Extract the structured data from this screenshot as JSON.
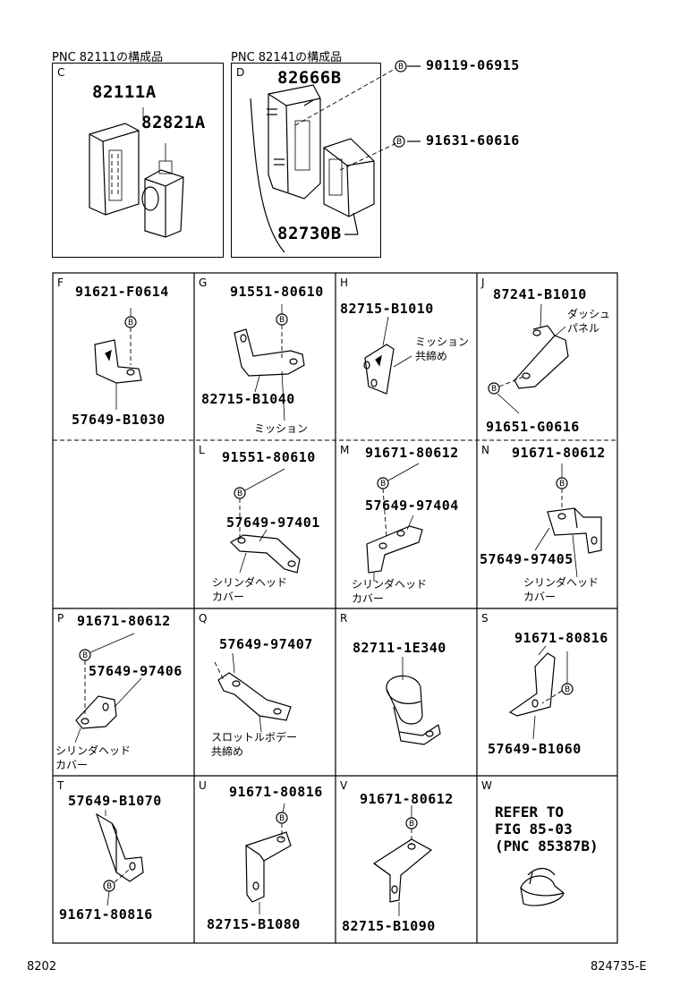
{
  "top": {
    "caption_c": "PNC 82111の構成品",
    "caption_d": "PNC 82141の構成品",
    "c": {
      "letter": "C",
      "part1": "82111A",
      "part2": "82821A"
    },
    "d": {
      "letter": "D",
      "part1": "82666B",
      "part2": "82730B"
    },
    "callout1": "90119-06915",
    "callout2": "91631-60616",
    "b_symbol": "B"
  },
  "cells": {
    "F": {
      "letter": "F",
      "top": "91621-F0614",
      "bottom": "57649-B1030"
    },
    "G": {
      "letter": "G",
      "top": "91551-80610",
      "bottom": "82715-B1040",
      "note": "ミッション"
    },
    "H": {
      "letter": "H",
      "top": "82715-B1010",
      "note1": "ミッション",
      "note2": "共締め"
    },
    "J": {
      "letter": "J",
      "top": "87241-B1010",
      "note1": "ダッシュ",
      "note2": "パネル",
      "bottom": "91651-G0616"
    },
    "L": {
      "letter": "L",
      "top": "91551-80610",
      "mid": "57649-97401",
      "note1": "シリンダヘッド",
      "note2": "カバー"
    },
    "M": {
      "letter": "M",
      "top": "91671-80612",
      "mid": "57649-97404",
      "note1": "シリンダヘッド",
      "note2": "カバー"
    },
    "N": {
      "letter": "N",
      "top": "91671-80612",
      "mid": "57649-97405",
      "note1": "シリンダヘッド",
      "note2": "カバー"
    },
    "P": {
      "letter": "P",
      "top": "91671-80612",
      "mid": "57649-97406",
      "note1": "シリンダヘッド",
      "note2": "カバー"
    },
    "Q": {
      "letter": "Q",
      "top": "57649-97407",
      "note1": "スロットルボデー",
      "note2": "共締め"
    },
    "R": {
      "letter": "R",
      "top": "82711-1E340"
    },
    "S": {
      "letter": "S",
      "top": "91671-80816",
      "bottom": "57649-B1060"
    },
    "T": {
      "letter": "T",
      "top": "57649-B1070",
      "bottom": "91671-80816"
    },
    "U": {
      "letter": "U",
      "top": "91671-80816",
      "bottom": "82715-B1080"
    },
    "V": {
      "letter": "V",
      "top": "91671-80612",
      "bottom": "82715-B1090"
    },
    "W": {
      "letter": "W",
      "refer1": "REFER TO",
      "refer2": "FIG 85-03",
      "refer3": "(PNC 85387B)"
    }
  },
  "footer": {
    "left": "8202",
    "right": "824735-E"
  }
}
